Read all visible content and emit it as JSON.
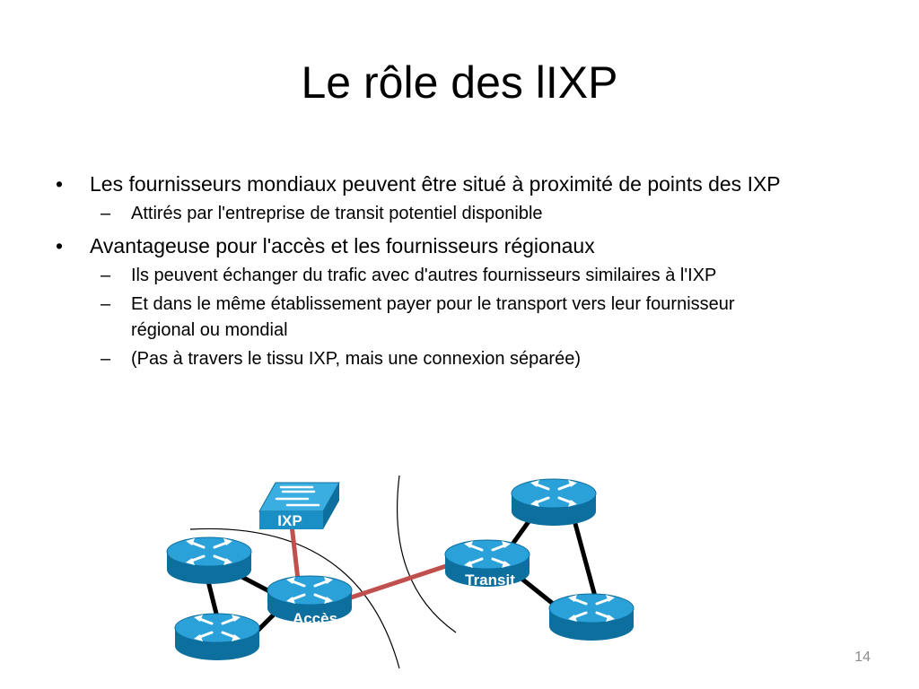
{
  "slide": {
    "title": "Le rôle des lIXP",
    "page_number": "14"
  },
  "bullets": [
    {
      "text": "Les fournisseurs mondiaux peuvent être situé à proximité de points des IXP",
      "sub": [
        "Attirés par l'entreprise de transit potentiel disponible"
      ]
    },
    {
      "text": "Avantageuse pour l'accès et les fournisseurs régionaux",
      "sub": [
        "Ils peuvent échanger du trafic avec d'autres fournisseurs similaires à l'IXP",
        "Et dans le même établissement payer pour le transport vers leur fournisseur régional ou mondial",
        "(Pas à travers le tissu IXP, mais une connexion séparée)"
      ]
    }
  ],
  "markers": {
    "bullet": "•",
    "dash": "–"
  },
  "diagram": {
    "ixp_label": "IXP",
    "access_label": "Accès",
    "transit_label": "Transit",
    "colors": {
      "device": "#1a8fc6",
      "device_top": "#3aaee0",
      "device_dark": "#0d6f9e",
      "red_link": "#c0504d",
      "black_link": "#000000"
    },
    "icons": [
      "router-icon",
      "switch-icon"
    ]
  }
}
